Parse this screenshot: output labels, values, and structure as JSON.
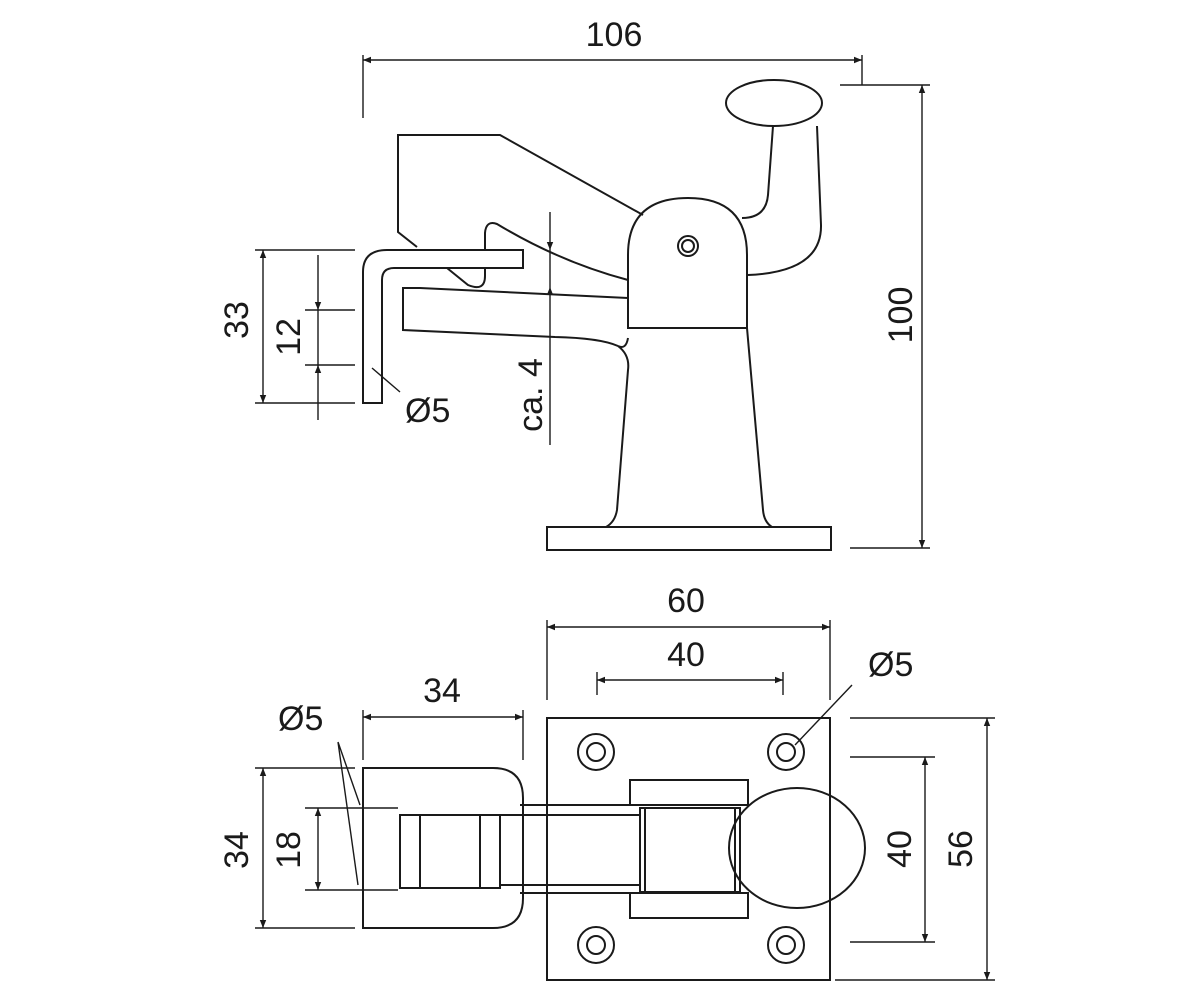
{
  "side_view": {
    "width_label": "106",
    "height_label": "100",
    "hook_height_label": "33",
    "hook_gap_label": "12",
    "gap_label": "ca. 4",
    "rod_diameter_label": "Ø5"
  },
  "top_view": {
    "plate_width_label": "60",
    "hole_spacing_x_label": "40",
    "hole_diameter_label": "Ø5",
    "plate_height_label": "56",
    "hole_spacing_y_label": "40",
    "hook_length_label": "34",
    "hook_width_label": "34",
    "hook_inner_label": "18",
    "rod_diameter_label": "Ø5"
  },
  "colors": {
    "line": "#1a1a1a",
    "background": "#ffffff"
  }
}
